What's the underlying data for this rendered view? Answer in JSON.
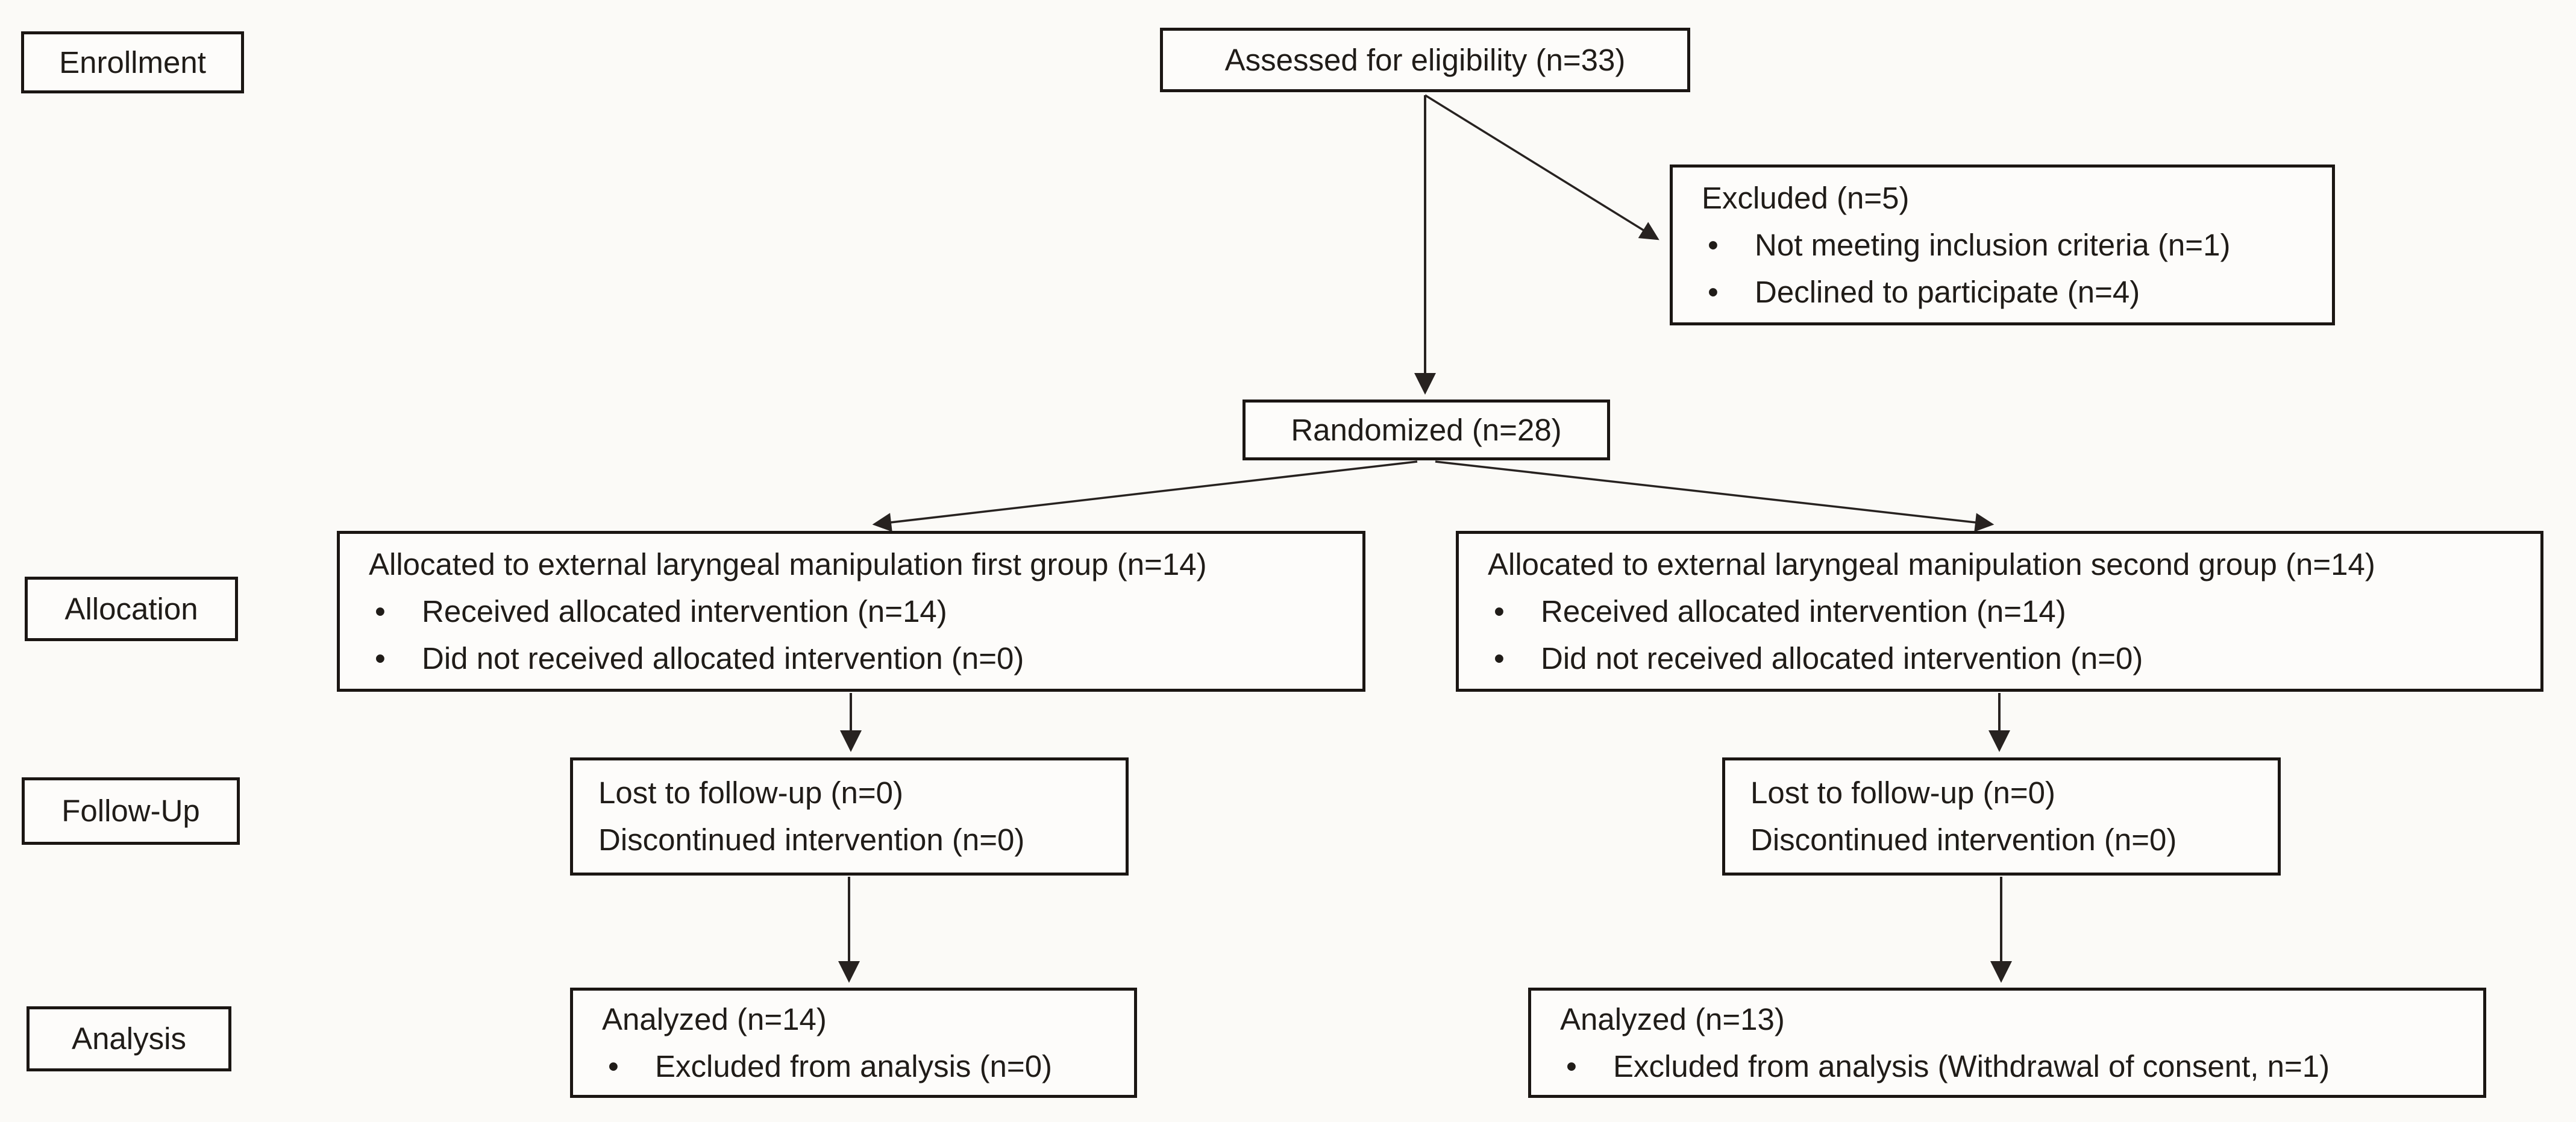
{
  "ui": {
    "bullet_char": "•"
  },
  "stages": [
    {
      "label": "Enrollment"
    },
    {
      "label": "Allocation"
    },
    {
      "label": "Follow-Up"
    },
    {
      "label": "Analysis"
    }
  ],
  "flow": {
    "assessed": {
      "title": "Assessed for eligibility (n=33)"
    },
    "excluded": {
      "title": "Excluded (n=5)",
      "items": [
        "Not meeting inclusion criteria (n=1)",
        "Declined to participate (n=4)"
      ]
    },
    "randomized": {
      "title": "Randomized (n=28)"
    },
    "alloc_first": {
      "title": "Allocated to external laryngeal manipulation first group (n=14)",
      "items": [
        "Received allocated intervention (n=14)",
        "Did not received allocated intervention (n=0)"
      ]
    },
    "alloc_second": {
      "title": "Allocated to external laryngeal manipulation second group (n=14)",
      "items": [
        "Received allocated intervention (n=14)",
        "Did not received allocated intervention (n=0)"
      ]
    },
    "followup_first": {
      "lines": [
        "Lost to follow-up (n=0)",
        "Discontinued intervention (n=0)"
      ]
    },
    "followup_second": {
      "lines": [
        "Lost to follow-up (n=0)",
        "Discontinued intervention (n=0)"
      ]
    },
    "analysis_first": {
      "title": "Analyzed (n=14)",
      "items": [
        "Excluded from analysis (n=0)"
      ]
    },
    "analysis_second": {
      "title": "Analyzed (n=13)",
      "items": [
        "Excluded from analysis (Withdrawal of consent, n=1)"
      ]
    }
  }
}
